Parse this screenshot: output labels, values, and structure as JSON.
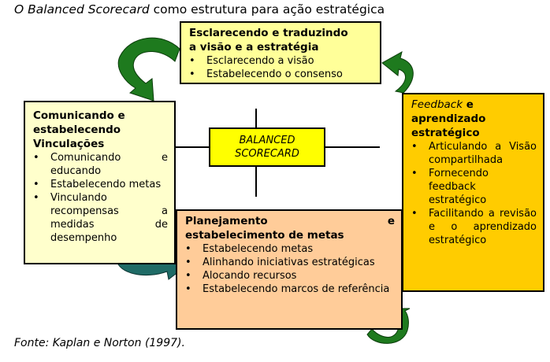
{
  "title": {
    "italic": "O Balanced Scorecard",
    "rest": " como estrutura para ação estratégica"
  },
  "center": {
    "line1": "BALANCED",
    "line2": "SCORECARD"
  },
  "top": {
    "heading1": "Esclarecendo e traduzindo",
    "heading2": "a visão e a estratégia",
    "items": [
      "Esclarecendo a visão",
      "Estabelecendo o consenso"
    ]
  },
  "left": {
    "heading": "Comunicando e estabelecendo Vinculações",
    "items": [
      "Comunicando e educando",
      "Estabelecendo metas",
      "Vinculando recompensas a medidas de desempenho"
    ]
  },
  "right": {
    "heading_italic": "Feedback",
    "heading_rest": " e aprendizado estratégico",
    "items": [
      "Articulando a Visão compartilhada",
      "Fornecendo feedback estratégico",
      "Facilitando a revisão e o aprendizado estratégico"
    ]
  },
  "bottom": {
    "heading_line1": "Planejamento e",
    "heading_line2": "estabelecimento de metas",
    "items": [
      "Estabelecendo metas",
      "Alinhando iniciativas estratégicas",
      "Alocando recursos",
      "Estabelecendo marcos de referência"
    ]
  },
  "source": {
    "label": "Fonte:",
    "text": " Kaplan e Norton (1997)."
  },
  "colors": {
    "arrow_green": "#1E7A1E",
    "arrow_teal": "#1F6B66",
    "top": "#FFFF99",
    "left": "#FFFFCC",
    "right": "#FFCC00",
    "bottom": "#FFCC99",
    "center": "#FFFF00"
  }
}
